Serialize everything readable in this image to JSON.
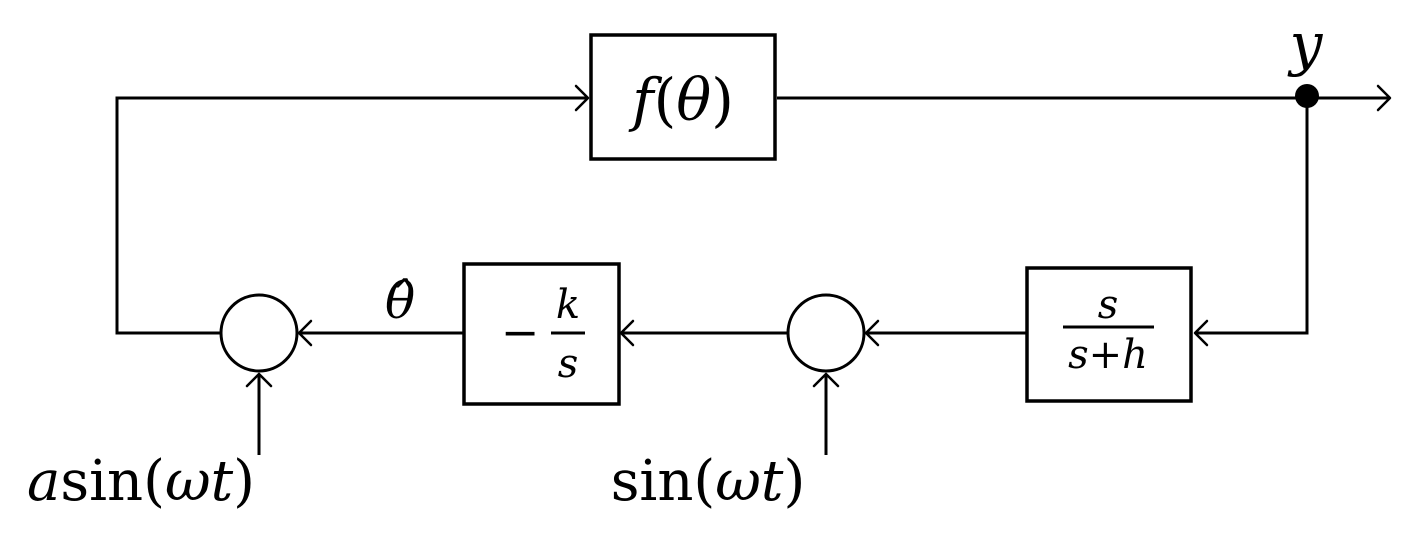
{
  "blocks": {
    "plant": {
      "fn": "f",
      "open": "(",
      "arg": "θ",
      "close": ")"
    },
    "integrator": {
      "sign": "−",
      "num": "k",
      "den": "s"
    },
    "highpass": {
      "num": "s",
      "den_a": "s",
      "den_plus": "+",
      "den_b": "h"
    }
  },
  "signals": {
    "output": "y",
    "estimate": "θ̂",
    "perturbation": {
      "amp": "a",
      "fn": "sin",
      "open": "(",
      "arg": "ωt",
      "close": ")"
    },
    "demodulation": {
      "fn": "sin",
      "open": "(",
      "arg": "ωt",
      "close": ")"
    }
  }
}
